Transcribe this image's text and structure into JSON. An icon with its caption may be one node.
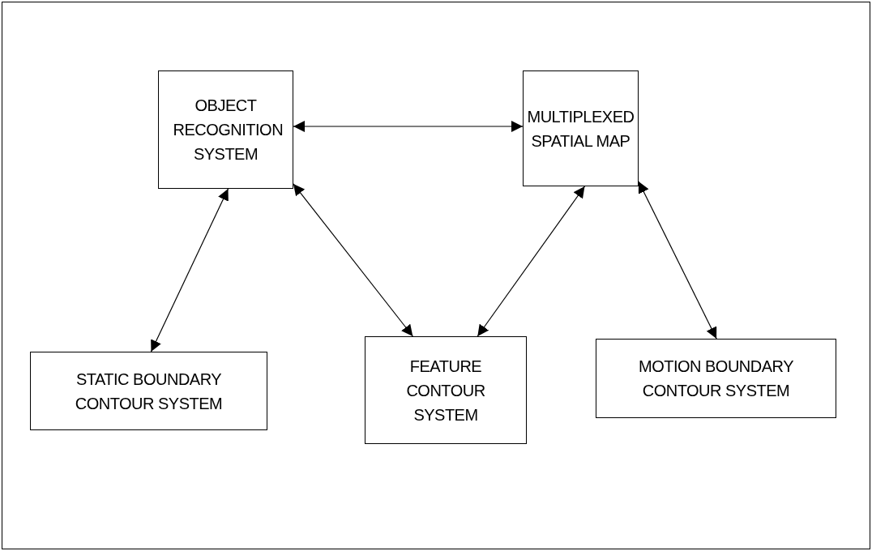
{
  "diagram": {
    "nodes": [
      {
        "text": [
          "OBJECT RECOGNITION SYSTEM"
        ]
      },
      {
        "text": [
          "MULTIPLEXED SPATIAL MAP"
        ]
      },
      {
        "text": [
          "STATIC BOUNDARY CONTOUR SYSTEM"
        ]
      },
      {
        "text": [
          "FEATURE CONTOUR SYSTEM"
        ]
      },
      {
        "text": [
          "MOTION BOUNDARY CONTOUR SYSTEM"
        ]
      }
    ],
    "edges": [
      {
        "from": 0,
        "to": 1,
        "arrow": "both"
      },
      {
        "from": 0,
        "to": 2,
        "arrow": "both"
      },
      {
        "from": 0,
        "to": 3,
        "arrow": "both"
      },
      {
        "from": 1,
        "to": 3,
        "arrow": "both"
      },
      {
        "from": 1,
        "to": 4,
        "arrow": "both"
      }
    ]
  }
}
